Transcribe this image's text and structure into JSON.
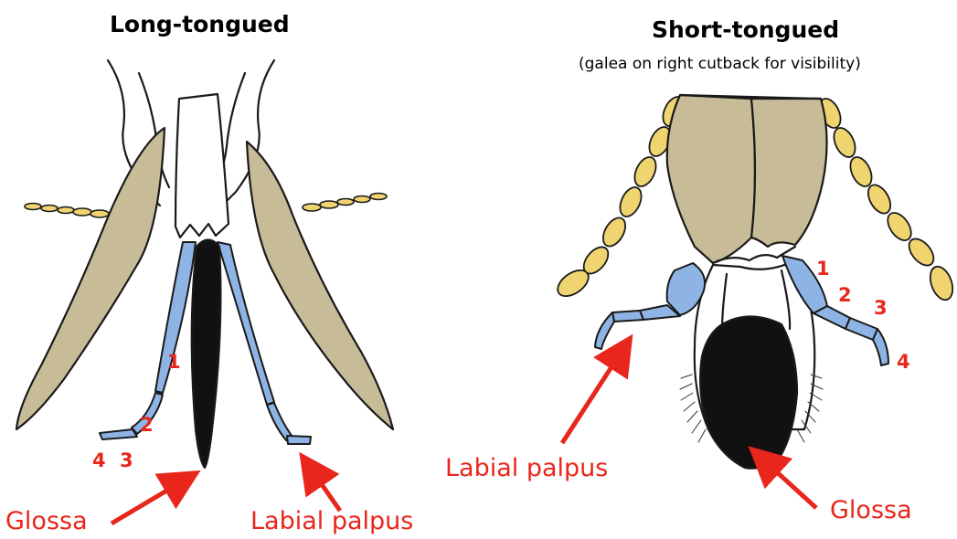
{
  "left_panel": {
    "title": "Long-tongued",
    "segment_numbers": [
      "1",
      "2",
      "3",
      "4"
    ],
    "label_glossa": "Glossa",
    "label_palpus": "Labial palpus"
  },
  "right_panel": {
    "title": "Short-tongued",
    "subtitle": "(galea on right cutback for visibility)",
    "segment_numbers": [
      "1",
      "2",
      "3",
      "4"
    ],
    "label_palpus": "Labial palpus",
    "label_glossa": "Glossa"
  },
  "colors": {
    "galea": "#c8bc98",
    "palpus": "#8db4e4",
    "maxillary_palp": "#f0d470",
    "glossa": "#111111",
    "label_red": "#e8261c",
    "outline": "#1a1a1a"
  }
}
